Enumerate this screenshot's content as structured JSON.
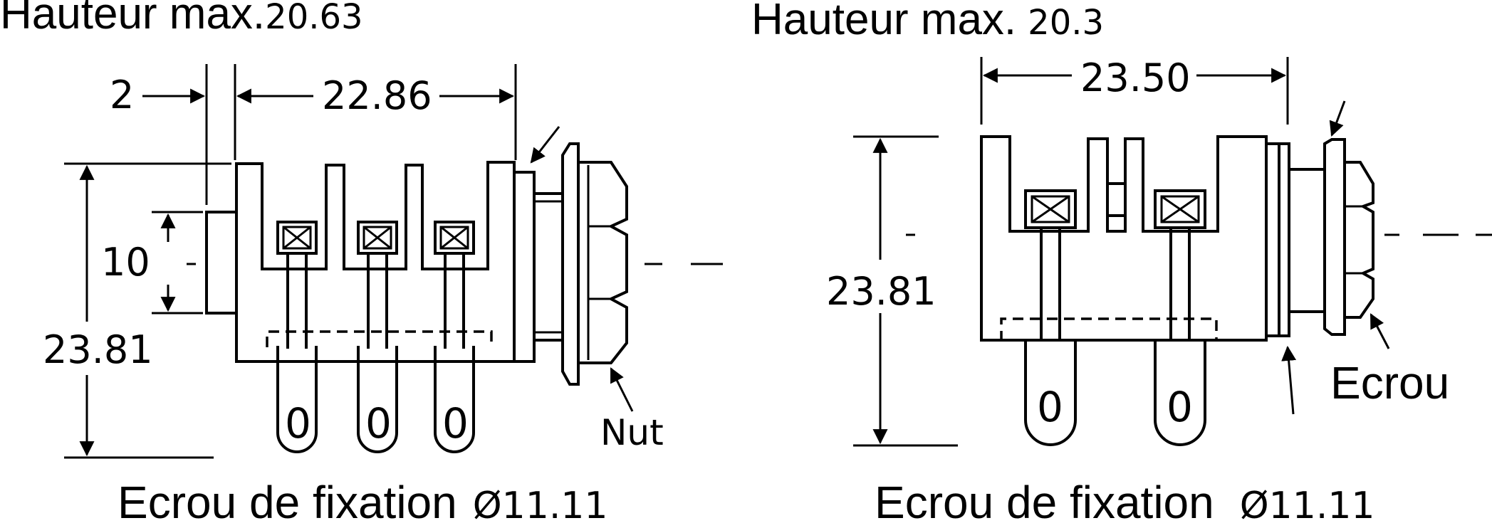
{
  "left": {
    "title_text": "Hauteur max.",
    "title_value": "20.63",
    "dim_offset": "2",
    "dim_width": "22.86",
    "dim_inner_height": "10",
    "dim_height": "23.81",
    "nut_label": "Nut",
    "pin_labels": [
      "0",
      "0",
      "0"
    ],
    "footer_text": "Ecrou de fixation",
    "footer_value": "Ø11.11"
  },
  "right": {
    "title_text": "Hauteur max.",
    "title_value": "20.3",
    "dim_width": "23.50",
    "dim_height": "23.81",
    "nut_label": "Ecrou",
    "pin_labels": [
      "0",
      "0"
    ],
    "footer_text": "Ecrou de fixation",
    "footer_value": "Ø11.11"
  }
}
